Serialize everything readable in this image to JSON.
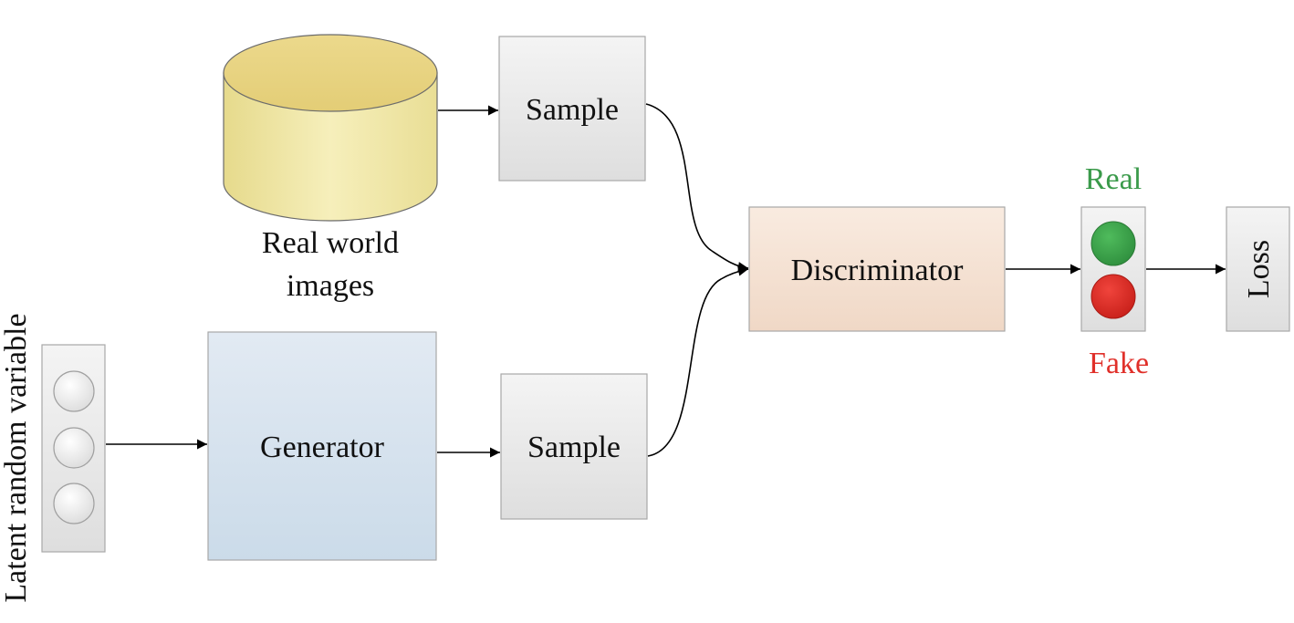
{
  "nodes": {
    "real_world_images": {
      "line1": "Real world",
      "line2": "images"
    },
    "sample_top": "Sample",
    "sample_bottom": "Sample",
    "generator": "Generator",
    "discriminator": "Discriminator",
    "latent": "Latent random variable",
    "real_label": "Real",
    "fake_label": "Fake",
    "loss": "Loss"
  },
  "colors": {
    "real": "#3a9a4a",
    "fake": "#e0302a"
  }
}
